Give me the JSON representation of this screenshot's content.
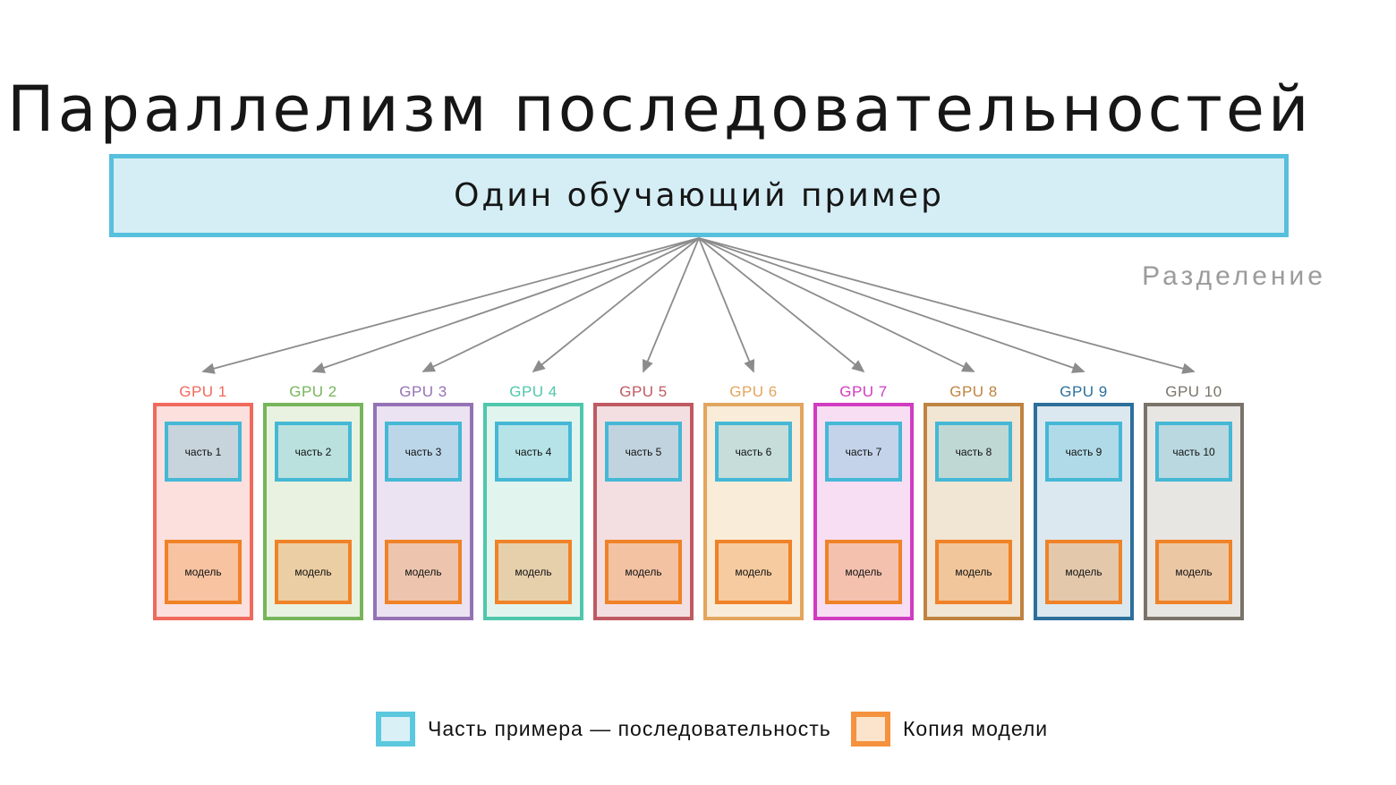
{
  "title": "Параллелизм последовательностей",
  "top_box": {
    "label": "Один обучающий пример",
    "border_color": "#56C0DD",
    "fill_color": "#D5EEF6"
  },
  "split_label": "Разделение",
  "arrow_color": "#8C8C8C",
  "part_box": {
    "border_color": "#45B8D6",
    "fill_overlay": "rgba(80,185,215,0.30)"
  },
  "model_box": {
    "border_color": "#F08227",
    "fill_overlay": "rgba(242,140,50,0.35)"
  },
  "gpus": [
    {
      "label": "GPU 1",
      "color": "#F0695C",
      "bg": "#FBE0DD",
      "part_label": "часть 1",
      "model_label": "модель"
    },
    {
      "label": "GPU 2",
      "color": "#77B55A",
      "bg": "#E9F2E0",
      "part_label": "часть 2",
      "model_label": "модель"
    },
    {
      "label": "GPU 3",
      "color": "#9572B5",
      "bg": "#EBE3F1",
      "part_label": "часть 3",
      "model_label": "модель"
    },
    {
      "label": "GPU 4",
      "color": "#4FC7AB",
      "bg": "#E1F5EE",
      "part_label": "часть 4",
      "model_label": "модель"
    },
    {
      "label": "GPU 5",
      "color": "#BF5A62",
      "bg": "#F3DFE1",
      "part_label": "часть 5",
      "model_label": "модель"
    },
    {
      "label": "GPU 6",
      "color": "#E2A55E",
      "bg": "#F9EDDA",
      "part_label": "часть 6",
      "model_label": "модель"
    },
    {
      "label": "GPU 7",
      "color": "#D03CC0",
      "bg": "#F7DEF3",
      "part_label": "часть 7",
      "model_label": "модель"
    },
    {
      "label": "GPU 8",
      "color": "#BF8340",
      "bg": "#F1E5D3",
      "part_label": "часть 8",
      "model_label": "модель"
    },
    {
      "label": "GPU 9",
      "color": "#2D6F9B",
      "bg": "#DCE8EF",
      "part_label": "часть 9",
      "model_label": "модель"
    },
    {
      "label": "GPU 10",
      "color": "#7A736A",
      "bg": "#E8E6E2",
      "part_label": "часть 10",
      "model_label": "модель"
    }
  ],
  "legend": [
    {
      "label": "Часть примера — последовательность",
      "swatch_border": "#5BC8DE",
      "swatch_fill": "#D8F0F6"
    },
    {
      "label": "Копия модели",
      "swatch_border": "#F5923E",
      "swatch_fill": "#FCE4CC"
    }
  ]
}
